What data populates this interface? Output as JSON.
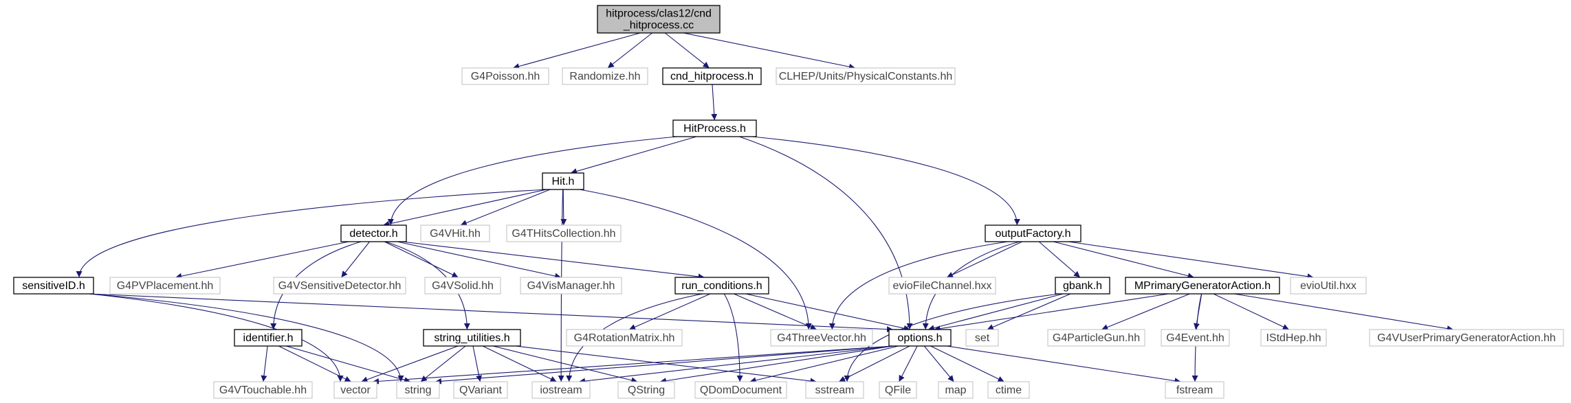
{
  "colors": {
    "background": "#ffffff",
    "edge": "#191970",
    "local_border": "#000000",
    "system_border": "#bfbfbf",
    "root_fill": "#bfbfbf"
  },
  "nodes": {
    "root": "hitprocess/clas12/cnd\n_hitprocess.cc",
    "g4poisson": "G4Poisson.hh",
    "randomize": "Randomize.hh",
    "cnd_hitprocess_h": "cnd_hitprocess.h",
    "clhep_units": "CLHEP/Units/PhysicalConstants.hh",
    "hitprocess_h": "HitProcess.h",
    "hit_h": "Hit.h",
    "outputfactory_h": "outputFactory.h",
    "detector_h": "detector.h",
    "g4vhit": "G4VHit.hh",
    "g4thitscollection": "G4THitsCollection.hh",
    "eviofilechannel": "evioFileChannel.hxx",
    "gbank_h": "gbank.h",
    "mprimarygeneratoraction_h": "MPrimaryGeneratorAction.h",
    "evioutil": "evioUtil.hxx",
    "sensitiveid_h": "sensitiveID.h",
    "g4pvplacement": "G4PVPlacement.hh",
    "g4vsensitivedetector": "G4VSensitiveDetector.hh",
    "g4vsolid": "G4VSolid.hh",
    "g4vismanager": "G4VisManager.hh",
    "run_conditions_h": "run_conditions.h",
    "identifier_h": "identifier.h",
    "string_utilities_h": "string_utilities.h",
    "g4rotationmatrix": "G4RotationMatrix.hh",
    "g4threevector": "G4ThreeVector.hh",
    "options_h": "options.h",
    "set": "set",
    "g4particlegun": "G4ParticleGun.hh",
    "g4event": "G4Event.hh",
    "istdhep": "IStdHep.hh",
    "g4vuserprimarygeneratoraction": "G4VUserPrimaryGeneratorAction.hh",
    "g4vtouchable": "G4VTouchable.hh",
    "vector": "vector",
    "string": "string",
    "qvariant": "QVariant",
    "iostream": "iostream",
    "qstring": "QString",
    "qdomdocument": "QDomDocument",
    "sstream": "sstream",
    "qfile": "QFile",
    "map": "map",
    "ctime": "ctime",
    "fstream": "fstream"
  },
  "edges": [
    [
      "root",
      "g4poisson"
    ],
    [
      "root",
      "randomize"
    ],
    [
      "root",
      "cnd_hitprocess_h"
    ],
    [
      "root",
      "clhep_units"
    ],
    [
      "cnd_hitprocess_h",
      "hitprocess_h"
    ],
    [
      "hitprocess_h",
      "hit_h"
    ],
    [
      "hitprocess_h",
      "detector_h"
    ],
    [
      "hitprocess_h",
      "outputfactory_h"
    ],
    [
      "hitprocess_h",
      "options_h"
    ],
    [
      "hit_h",
      "detector_h"
    ],
    [
      "hit_h",
      "g4vhit"
    ],
    [
      "hit_h",
      "g4thitscollection"
    ],
    [
      "hit_h",
      "sensitiveid_h"
    ],
    [
      "hit_h",
      "g4threevector"
    ],
    [
      "hit_h",
      "iostream"
    ],
    [
      "detector_h",
      "identifier_h"
    ],
    [
      "detector_h",
      "g4pvplacement"
    ],
    [
      "detector_h",
      "g4vsensitivedetector"
    ],
    [
      "detector_h",
      "g4vsolid"
    ],
    [
      "detector_h",
      "g4vismanager"
    ],
    [
      "detector_h",
      "run_conditions_h"
    ],
    [
      "detector_h",
      "string_utilities_h"
    ],
    [
      "sensitiveid_h",
      "options_h"
    ],
    [
      "sensitiveid_h",
      "vector"
    ],
    [
      "sensitiveid_h",
      "string"
    ],
    [
      "run_conditions_h",
      "g4rotationmatrix"
    ],
    [
      "run_conditions_h",
      "g4threevector"
    ],
    [
      "run_conditions_h",
      "options_h"
    ],
    [
      "run_conditions_h",
      "iostream"
    ],
    [
      "run_conditions_h",
      "qdomdocument"
    ],
    [
      "outputfactory_h",
      "g4threevector"
    ],
    [
      "outputfactory_h",
      "eviofilechannel"
    ],
    [
      "outputfactory_h",
      "options_h"
    ],
    [
      "outputfactory_h",
      "gbank_h"
    ],
    [
      "outputfactory_h",
      "mprimarygeneratoraction_h"
    ],
    [
      "outputfactory_h",
      "evioutil"
    ],
    [
      "gbank_h",
      "options_h"
    ],
    [
      "gbank_h",
      "set"
    ],
    [
      "gbank_h",
      "sstream"
    ],
    [
      "mprimarygeneratoraction_h",
      "options_h"
    ],
    [
      "mprimarygeneratoraction_h",
      "g4particlegun"
    ],
    [
      "mprimarygeneratoraction_h",
      "g4event"
    ],
    [
      "mprimarygeneratoraction_h",
      "istdhep"
    ],
    [
      "mprimarygeneratoraction_h",
      "g4vuserprimarygeneratoraction"
    ],
    [
      "mprimarygeneratoraction_h",
      "fstream"
    ],
    [
      "identifier_h",
      "g4vtouchable"
    ],
    [
      "identifier_h",
      "vector"
    ],
    [
      "identifier_h",
      "string"
    ],
    [
      "string_utilities_h",
      "vector"
    ],
    [
      "string_utilities_h",
      "string"
    ],
    [
      "string_utilities_h",
      "qvariant"
    ],
    [
      "string_utilities_h",
      "iostream"
    ],
    [
      "string_utilities_h",
      "qstring"
    ],
    [
      "string_utilities_h",
      "sstream"
    ],
    [
      "options_h",
      "vector"
    ],
    [
      "options_h",
      "string"
    ],
    [
      "options_h",
      "iostream"
    ],
    [
      "options_h",
      "qstring"
    ],
    [
      "options_h",
      "qdomdocument"
    ],
    [
      "options_h",
      "sstream"
    ],
    [
      "options_h",
      "qfile"
    ],
    [
      "options_h",
      "map"
    ],
    [
      "options_h",
      "ctime"
    ],
    [
      "options_h",
      "fstream"
    ]
  ]
}
